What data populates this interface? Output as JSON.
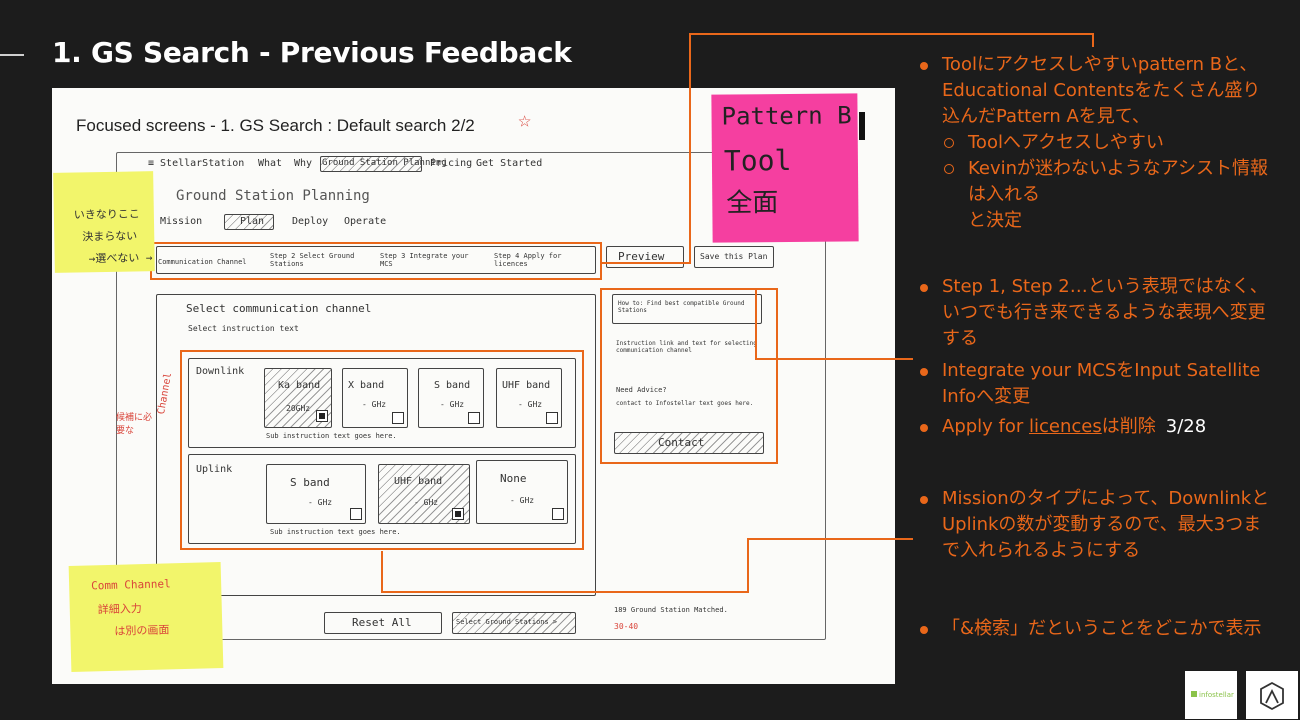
{
  "slide": {
    "title": "1. GS Search - Previous Feedback"
  },
  "sketch": {
    "heading": "Focused screens - 1. GS Search : Default search 2/2",
    "nav": {
      "brand": "≡ StellarStation",
      "items": [
        "What",
        "Why",
        "Ground Station Planning",
        "Pricing",
        "Get Started"
      ]
    },
    "page_title": "Ground Station Planning",
    "tabs": [
      "Mission",
      "Plan",
      "Deploy",
      "Operate"
    ],
    "steps": [
      "Communication Channel",
      "Step 2 Select Ground Stations",
      "Step 3 Integrate your MCS",
      "Step 4 Apply for licences"
    ],
    "preview_label": "Preview",
    "save_label": "Save this Plan",
    "section_title": "Select communication channel",
    "section_subtitle": "Select instruction text",
    "downlink": {
      "label": "Downlink",
      "cards": [
        {
          "name": "Ka band",
          "freq": "20GHz",
          "checked": true
        },
        {
          "name": "X band",
          "freq": "- GHz",
          "checked": false
        },
        {
          "name": "S band",
          "freq": "- GHz",
          "checked": false
        },
        {
          "name": "UHF band",
          "freq": "- GHz",
          "checked": false
        }
      ],
      "sub_text": "Sub instruction text goes here."
    },
    "uplink": {
      "label": "Uplink",
      "cards": [
        {
          "name": "S band",
          "freq": "- GHz",
          "checked": false
        },
        {
          "name": "UHF band",
          "freq": "- GHz",
          "checked": true
        },
        {
          "name": "None",
          "freq": "- GHz",
          "checked": false
        }
      ],
      "sub_text": "Sub instruction text goes here."
    },
    "howto": {
      "title": "How to: Find best compatible Ground Stations",
      "text": "Instruction link and text for selecting communication channel",
      "advice_title": "Need Advice?",
      "advice_text": "contact to Infostellar text goes here.",
      "contact_label": "Contact"
    },
    "footer": {
      "reset_label": "Reset All",
      "next_label": "Select Ground Stations >",
      "matched": "189 Ground Station Matched.",
      "red_note": "30-40"
    },
    "annotations": {
      "side_red": "Channel",
      "left_red": "候補に必要な"
    },
    "sticky_yellow_top": [
      "いきなりここ",
      "決まらない",
      "→選べない →"
    ],
    "sticky_yellow_bottom": [
      "Comm Channel",
      "詳細入力",
      "は別の画面"
    ],
    "sticky_pink": [
      "Pattern B",
      "Tool",
      "全面"
    ]
  },
  "feedback": [
    {
      "text": "Toolにアクセスしやすいpattern Bと、Educational Contentsをたくさん盛り込んだPattern Aを見て、",
      "subs": [
        "Toolへアクセスしやすい",
        "Kevinが迷わないようなアシスト情報は入れる"
      ],
      "tail": "と決定"
    },
    {
      "text": "Step 1, Step 2…という表現ではなく、いつでも行き来できるような表現へ変更する"
    },
    {
      "text": "Integrate your MCSをInput Satellite Infoへ変更"
    },
    {
      "text_before": "Apply for ",
      "text_underline": "licences",
      "text_after": "は削除",
      "page_number": "3/28"
    },
    {
      "text": "Missionのタイプによって、DownlinkとUplinkの数が変動するので、最大3つまで入れられるようにする"
    },
    {
      "text": "「&検索」だということをどこかで表示"
    }
  ],
  "logos": {
    "left": "infostellar",
    "right": "hexagon-logo-icon"
  },
  "colors": {
    "accent": "#e9671a",
    "background": "#1c1c1c",
    "sticky_yellow": "#f2f56b",
    "sticky_pink": "#f53fa0"
  }
}
